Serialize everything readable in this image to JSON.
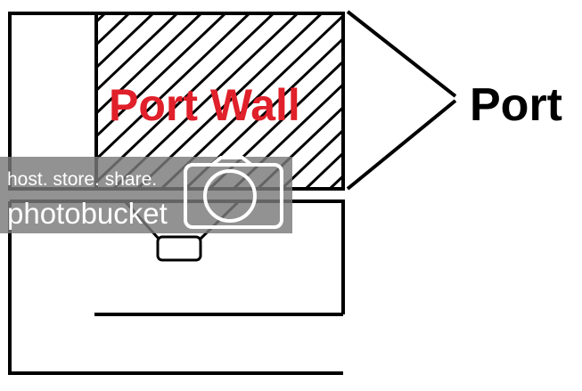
{
  "labels": {
    "port_wall": "Port Wall",
    "port": "Port"
  },
  "watermark": {
    "line1": "host. store. share.",
    "line2": "photobucket"
  },
  "colors": {
    "line": "#000000",
    "port_wall_label": "#e0202a",
    "watermark_band": "#7a7a7a"
  }
}
